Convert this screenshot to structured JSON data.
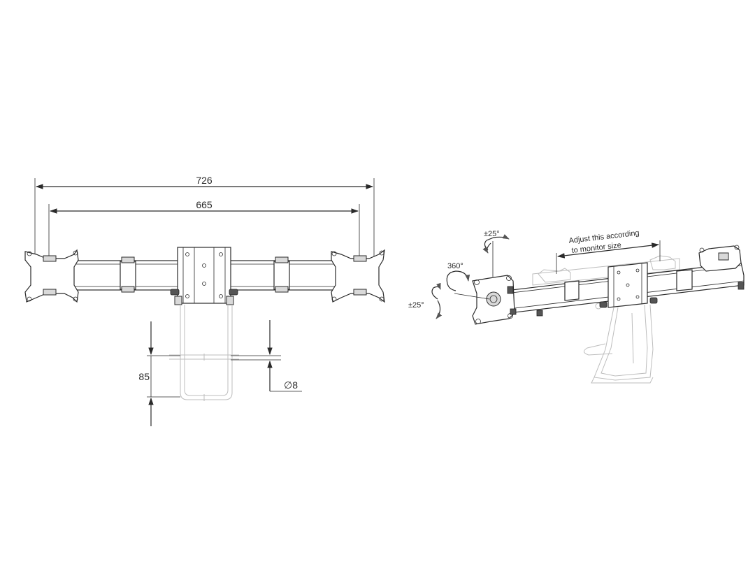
{
  "dimensions": {
    "overall_width": "726",
    "vesa_spacing": "665",
    "clamp_height": "85",
    "rod_diameter": "∅8"
  },
  "callouts": {
    "tilt": "±25°",
    "rotation": "360°",
    "swivel": "±25°",
    "adjust_line1": "Adjust this according",
    "adjust_line2": "to monitor size"
  }
}
